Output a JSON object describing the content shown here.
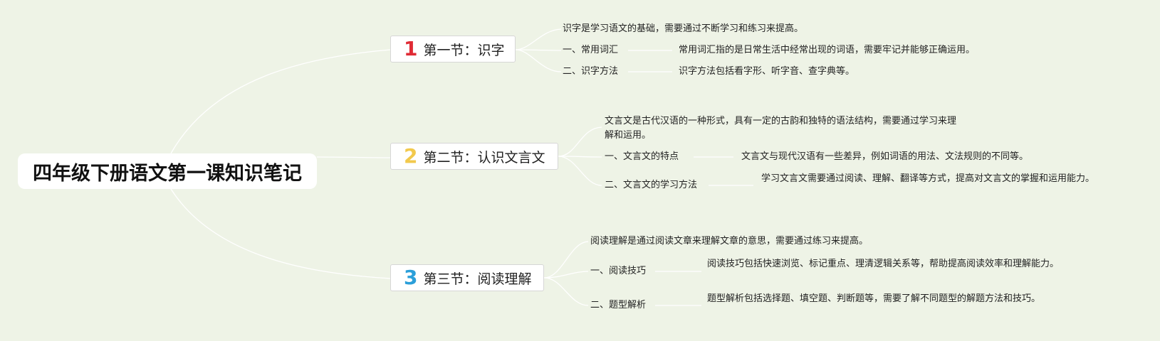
{
  "root": {
    "title": "四年级下册语文第一课知识笔记"
  },
  "sections": [
    {
      "number": "1",
      "title": "第一节：识字",
      "color": "#e02b35",
      "summary": "识字是学习语文的基础，需要通过不断学习和练习来提高。",
      "items": [
        {
          "label": "一、常用词汇",
          "detail": "常用词汇指的是日常生活中经常出现的词语，需要牢记并能够正确运用。"
        },
        {
          "label": "二、识字方法",
          "detail": "识字方法包括看字形、听字音、查字典等。"
        }
      ]
    },
    {
      "number": "2",
      "title": "第二节：认识文言文",
      "color": "#f2c94c",
      "summary": "文言文是古代汉语的一种形式，具有一定的古韵和独特的语法结构，需要通过学习来理解和运用。",
      "items": [
        {
          "label": "一、文言文的特点",
          "detail": "文言文与现代汉语有一些差异，例如词语的用法、文法规则的不同等。"
        },
        {
          "label": "二、文言文的学习方法",
          "detail": "学习文言文需要通过阅读、理解、翻译等方式，提高对文言文的掌握和运用能力。"
        }
      ]
    },
    {
      "number": "3",
      "title": "第三节：阅读理解",
      "color": "#2b9fd9",
      "summary": "阅读理解是通过阅读文章来理解文章的意思，需要通过练习来提高。",
      "items": [
        {
          "label": "一、阅读技巧",
          "detail": "阅读技巧包括快速浏览、标记重点、理清逻辑关系等，帮助提高阅读效率和理解能力。"
        },
        {
          "label": "二、题型解析",
          "detail": "题型解析包括选择题、填空题、判断题等，需要了解不同题型的解题方法和技巧。"
        }
      ]
    }
  ]
}
